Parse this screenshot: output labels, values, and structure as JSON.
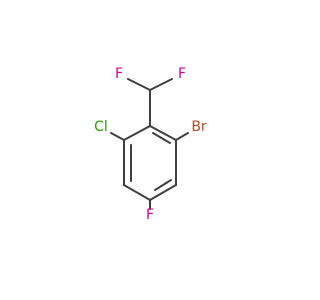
{
  "molecule": {
    "atoms": {
      "f_top_left": {
        "label": "F",
        "color": "#d5009b"
      },
      "f_top_right": {
        "label": "F",
        "color": "#d5009b"
      },
      "chlorine": {
        "label": "Cl",
        "color": "#22a000"
      },
      "bromine": {
        "label": "Br",
        "color": "#b4501f"
      },
      "f_bottom": {
        "label": "F",
        "color": "#d5009b"
      }
    },
    "bond_color": "#3f3f3f"
  }
}
